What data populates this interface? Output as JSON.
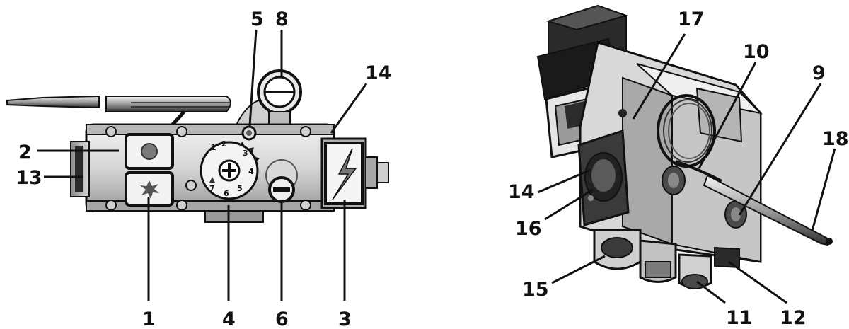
{
  "colors": {
    "ink": "#111111",
    "body_light": "#e3e3e3",
    "body_mid": "#bdbdbd",
    "body_dark": "#6b6b6b",
    "black_part": "#1a1a1a",
    "paper": "#ffffff"
  },
  "icons": {
    "pilot_button": "red-dot-button-icon",
    "ignition_button": "spark-star-icon",
    "piezo_cover": "lightning-bolt-icon"
  },
  "left_view": {
    "dial_numbers": [
      "1",
      "2",
      "3",
      "4",
      "5",
      "6",
      "7"
    ],
    "callouts": {
      "c1": "1",
      "c2": "2",
      "c3": "3",
      "c4": "4",
      "c5": "5",
      "c6": "6",
      "c8": "8",
      "c13": "13",
      "c14": "14"
    }
  },
  "right_view": {
    "callouts": {
      "c9": "9",
      "c10": "10",
      "c11": "11",
      "c12": "12",
      "c14": "14",
      "c15": "15",
      "c16": "16",
      "c17": "17",
      "c18": "18"
    }
  }
}
